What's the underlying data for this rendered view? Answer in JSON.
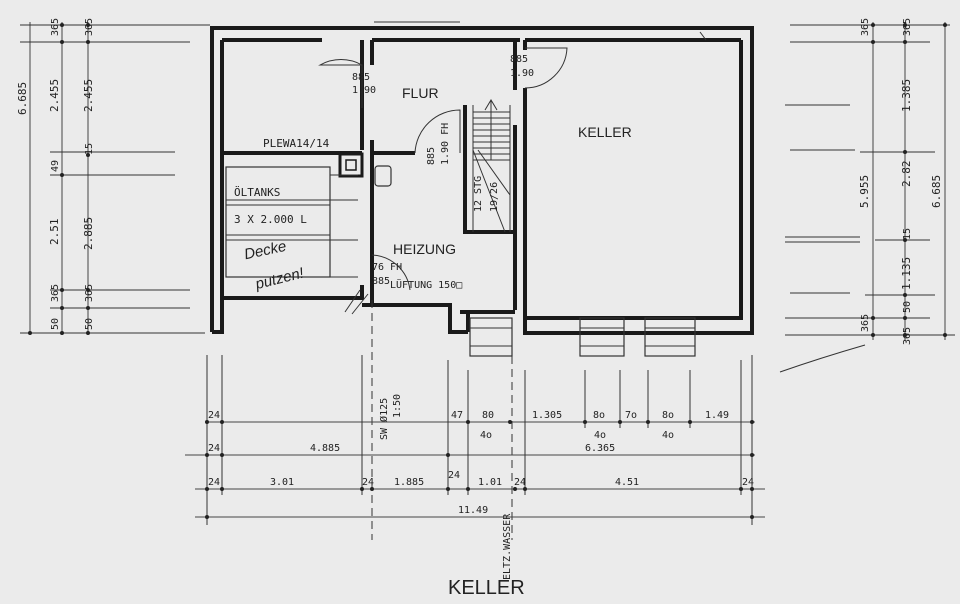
{
  "title": "KELLER",
  "rooms": {
    "flur": "FLUR",
    "keller": "KELLER",
    "heizung": "HEIZUNG",
    "oeltanks": "ÖLTANKS",
    "tank_size": "3 X 2.000 L",
    "plewa": "PLEWA14/14"
  },
  "doors": {
    "d1_w": "885",
    "d1_h": "1.90",
    "d2_w": "885",
    "d2_h": "1.90",
    "d3_w": "885",
    "d3_h": "1.90 FH",
    "d4_w": "76 FH",
    "d4_h": "885"
  },
  "stair": {
    "steps": "12 STG",
    "ratio": "19/26"
  },
  "notes": {
    "lueftung": "LÜFTUNG 150□",
    "sw": "SW Ø125",
    "sw_slope": "1:50",
    "eltz": "ELTZ.WASSER",
    "handwritten_1": "Decke",
    "handwritten_2": "putzen!"
  },
  "dims_left_outer": [
    "6.685"
  ],
  "dims_left_inner": [
    "365",
    "2.455",
    "49",
    "2.51",
    "365",
    "50"
  ],
  "dims_left_mid": [
    "365",
    "2.455",
    "15",
    "2.885",
    "365",
    "50"
  ],
  "dims_right_inner": [
    "365",
    "5.955",
    "365"
  ],
  "dims_right_mid": [
    "365",
    "1.385",
    "2.82",
    "15",
    "1.135",
    "50",
    "365"
  ],
  "dims_right_outer": [
    "6.685"
  ],
  "dims_bottom_row1": [
    "24",
    "47",
    "80",
    "1.305",
    "8o",
    "7o",
    "8o",
    "1.49"
  ],
  "dims_bottom_row1b": [
    "4o",
    "4o",
    "4o"
  ],
  "dims_bottom_row2": [
    "24",
    "4.885",
    "6.365"
  ],
  "dims_bottom_row3": [
    "24",
    "3.01",
    "24",
    "1.885",
    "24",
    "1.01",
    "24",
    "4.51",
    "24"
  ],
  "dims_bottom_row4": [
    "11.49"
  ]
}
